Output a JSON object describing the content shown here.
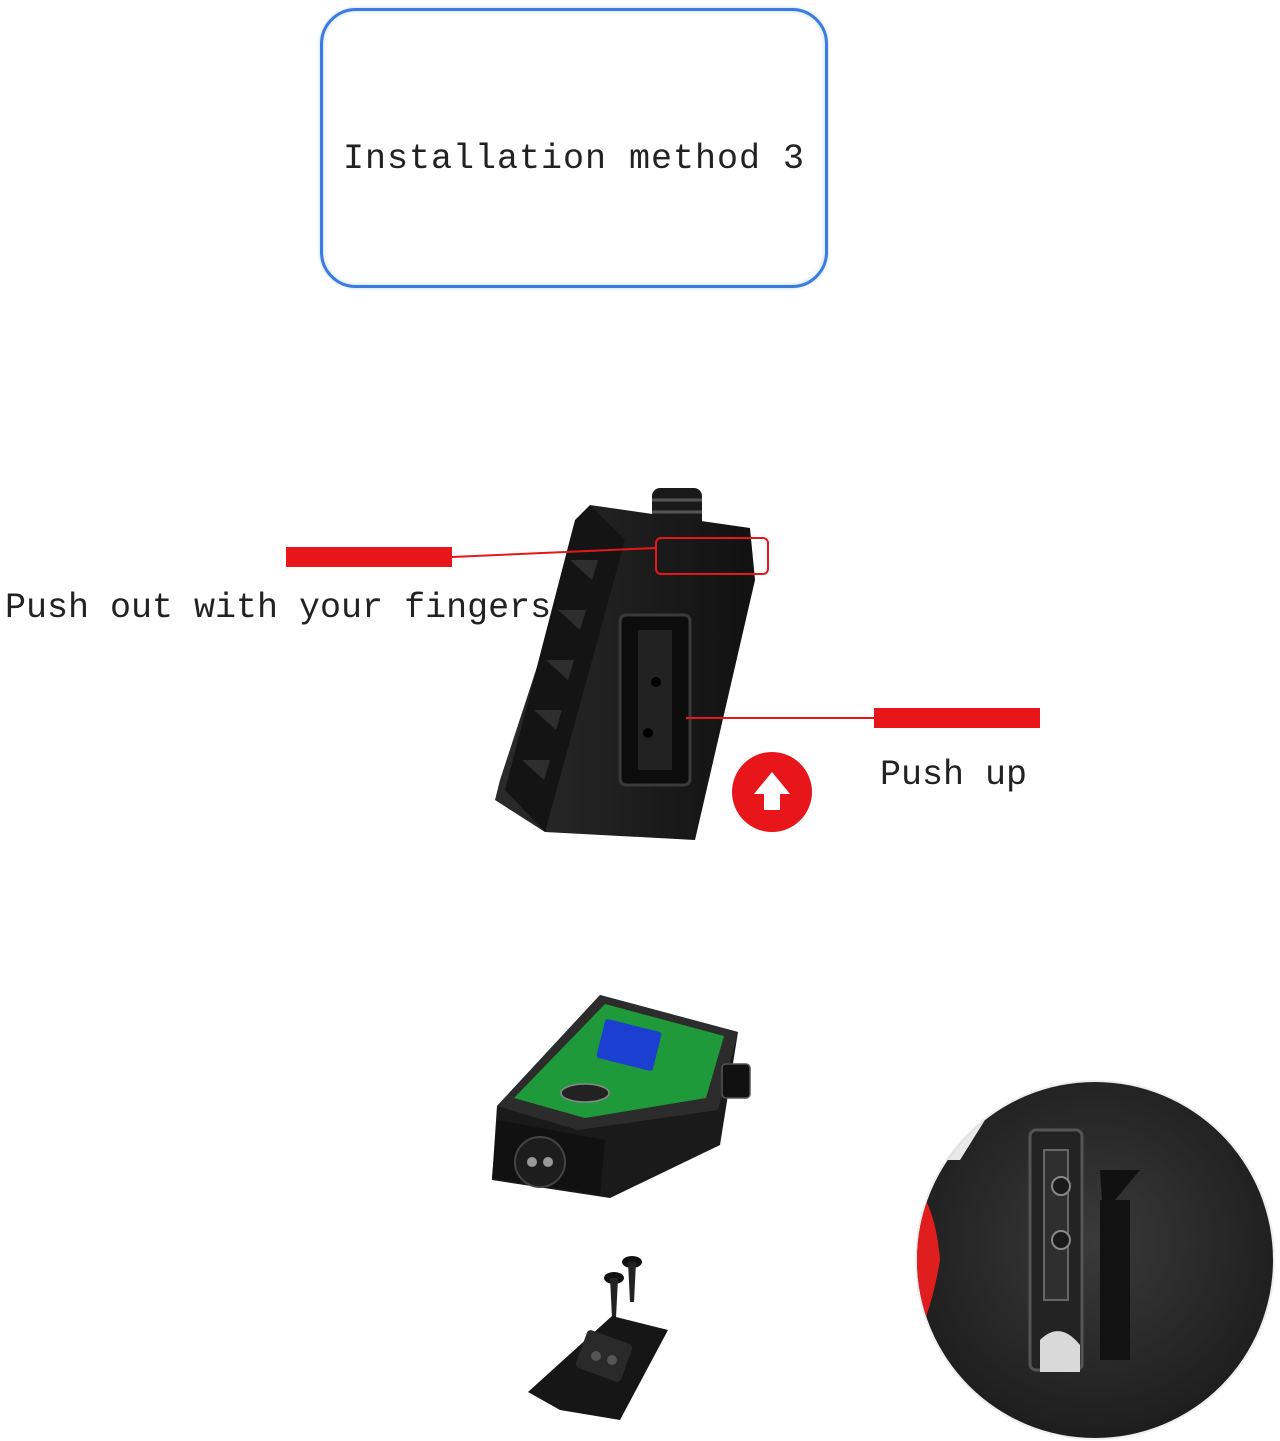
{
  "title": "Installation method 3",
  "callouts": {
    "push_out": "Push out with your fingers",
    "push_up": "Push up"
  },
  "colors": {
    "title_border": "#3a7be0",
    "callout_red": "#e8161b",
    "device_body": "#1c1c1c",
    "label_green": "#1f9a3a",
    "display_blue": "#1a3fd1"
  },
  "icons": [
    "up-arrow-icon",
    "screw-icon"
  ]
}
